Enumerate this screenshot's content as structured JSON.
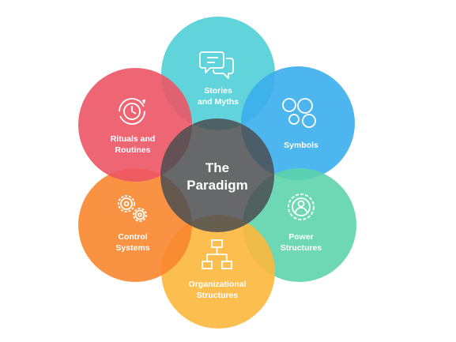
{
  "center": {
    "label": "The\nParadigm",
    "color": "#4b4d50"
  },
  "petals": [
    {
      "id": "stories",
      "label": "Stories\nand Myths",
      "color": "#4fcfd6",
      "icon": "speech-bubbles-icon"
    },
    {
      "id": "symbols",
      "label": "Symbols",
      "color": "#3aaeec",
      "icon": "circles-icon"
    },
    {
      "id": "power",
      "label": "Power\nStructures",
      "color": "#5ed3ab",
      "icon": "person-gear-icon"
    },
    {
      "id": "organizational",
      "label": "Organizational\nStructures",
      "color": "#fcb83c",
      "icon": "org-chart-icon"
    },
    {
      "id": "control",
      "label": "Control\nSystems",
      "color": "#f8862e",
      "icon": "gears-icon"
    },
    {
      "id": "rituals",
      "label": "Rituals and\nRoutines",
      "color": "#ec5565",
      "icon": "clock-icon"
    }
  ]
}
